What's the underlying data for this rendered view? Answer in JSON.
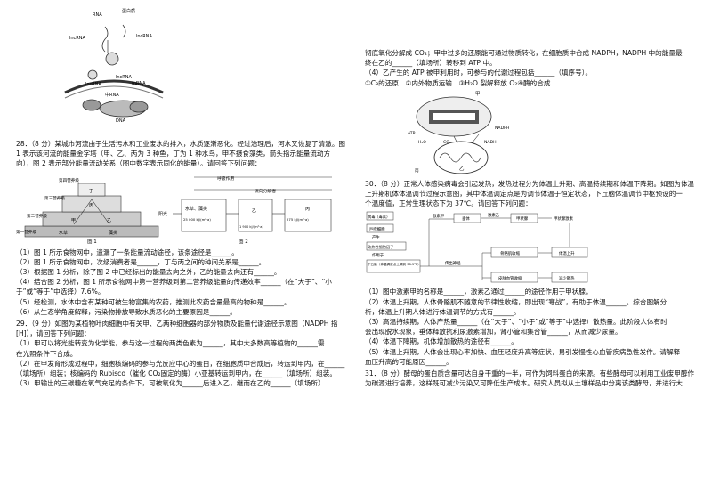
{
  "left": {
    "fig_top": {
      "labels": [
        "RNA",
        "蛋白质",
        "lncRNA",
        "lncRNA",
        "lncRNA",
        "mRNA",
        "lncRNA",
        "中RNA",
        "DNA"
      ]
    },
    "q28": [
      "28．（8 分）某城市河流由于生活污水和工业废水的排入，水质逐渐恶化。经过治理后，河水又恢复了清澈。图",
      "1 表示该河流的能量金字塔（甲、乙、丙为 3 种鱼，丁为 1 种水鸟，甲不摄食藻类，箭头指示能量流动方",
      "向），图 2 表示部分能量流动关系（图中数字表示同化的能量）。请回答下列问题：",
      "（1）图 1 所示食物网中，遗漏了一条能量流动途径，该条途径是______。",
      "（2）图 1 所示食物网中，次级消费者是______，丁与丙之间的种间关系是______。",
      "（3）根据图 1 分析，除了图 2 中已经标出的能量去向之外，乙的能量去向还有______。",
      "（4）结合图 2 分析，图 1 所示食物网中第一营养级到第二营养级能量的传递效率______（在“大于”、“小",
      "于”或“等于”中选择）7.6%。",
      "（5）经检测，水体中含有某种可被生物富集的农药，推测此农药含量最高的物种是______。",
      "（6）从生态学角度解释，污染物排放导致水质恶化的主要原因是______。"
    ],
    "fig1": {
      "labels": [
        "第四营养级",
        "丁",
        "第三营养级",
        "丙",
        "第二营养级",
        "甲",
        "乙",
        "第一营养级",
        "水草",
        "藻类"
      ],
      "caption": "图 1"
    },
    "fig2": {
      "labels": [
        "呼吸作用",
        "流向分解者",
        "水草、藻类",
        "25 000 kJ/(m²·a)",
        "乙",
        "1 900 kJ/(m²·a)",
        "丙",
        "275 kJ/(m²·a)",
        "阳光"
      ],
      "caption": "图 2"
    },
    "q29": [
      "29．（9 分）如图为某植物叶肉细胞中有关甲、乙两种细胞器的部分物质及能量代谢途径示意图（NADPH 指",
      "[H]），请回答下列问题：",
      "（1）甲可以将光能转变为化学能，参与这一过程的两类色素为______，其中大多数高等植物的______需",
      "在光照条件下合成。",
      "（2）在甲发育形成过程中，细胞核编码的参与光反应中心的蛋白，在细胞质中合成后，转运到甲内，在______",
      "（填场所）组装；核编码的 Rubisco（催化 CO₂固定的酶）小亚基转运到甲内，在______（填场所）组装。",
      "（3）甲输出的三碳糖在氧气充足的条件下，可被氧化为______后进入乙，继而在乙的______（填场所）"
    ]
  },
  "right": {
    "q29_cont": [
      "彻底氧化分解成 CO₂；甲中过多的还原能可通过物质转化，在细胞质中合成 NADPH，NADPH 中的能量最",
      "终在乙的______（填场所）转移到 ATP 中。",
      "（4）乙产生的 ATP 被甲利用时，可参与的代谢过程包括______（填序号）。",
      "①C₃的还原　②内外物质运输　③H₂O 裂解释放 O₂④酶的合成"
    ],
    "fig_cell": {
      "labels": [
        "甲",
        "NADPH",
        "ATP",
        "H₂O",
        "CO₂",
        "乙",
        "NADH",
        "丙"
      ]
    },
    "q30": [
      "30．（8 分）正常人体感染病毒会引起发热，发热过程分为体温上升期、高温持续期和体温下降期。如图为体温",
      "上升期机体体温调节过程示意图，其中体温调定点是为调节体温于恒定状态，下丘脑体温调节中枢预设的一",
      "个温度值，正常生理状态下为 37℃。请回答下列问题："
    ],
    "fig_flow": {
      "labels": [
        "病毒（毒素）",
        "巨噬细胞",
        "产生",
        "致热性细胞因子",
        "作用于",
        "下丘脑（体温调定点上调到 38.5℃）",
        "激素甲",
        "垂体",
        "激素乙",
        "甲状腺",
        "甲状腺激素",
        "传出神经",
        "骨骼肌收缩",
        "体温上升",
        "皮肤血管收缩",
        "减少散热"
      ]
    },
    "q30_rest": [
      "（1）图中激素甲的名称是______，激素乙通过______的途径作用于甲状腺。",
      "（2）体温上升期，人体骨骼肌不随意的节律性收缩，即出现“寒战”，有助于体温______。综合图解分",
      "析，体温上升期人体进行体温调节的方式有______。",
      "（3）高温持续期，人体产热量______（在“大于”、“小于”或“等于”中选择）散热量。此阶段人体有时",
      "会出现脱水现象，垂体释放抗利尿激素增加，肾小管和集合管______，从而减少尿量。",
      "（4）体温下降期，机体增加散热的途径有______。",
      "（5）体温上升期，人体会出现心率加快、血压轻度升高等症状，易引发慢性心血管疾病急性发作。请解释",
      "血压升高的可能原因______。"
    ],
    "q31": [
      "31．（8 分）酵母的蛋白质含量可达自身干重的一半，可作为饲料蛋白的来源。有些酵母可以利用工业废甲醇作",
      "为碳源进行培养，这样既可减少污染又可降低生产成本。研究人员拟从土壤样品中分离该类酵母，并进行大"
    ]
  }
}
